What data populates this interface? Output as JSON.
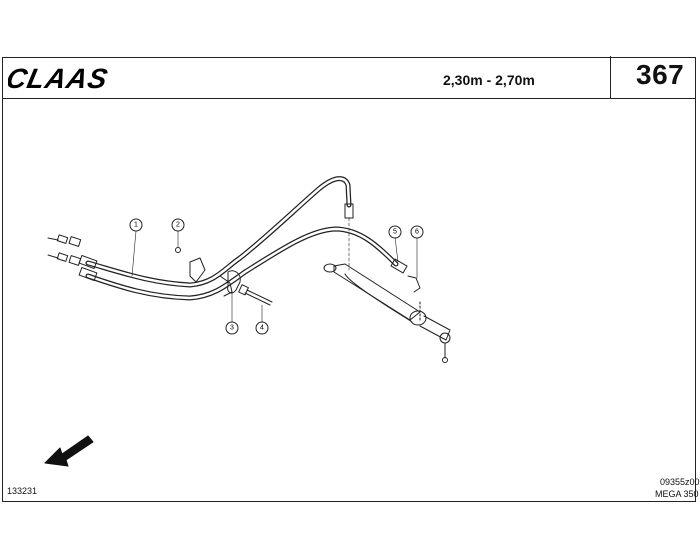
{
  "header": {
    "brand": "CLAAS",
    "range": "2,30m - 2,70m",
    "page_number": "367"
  },
  "footer": {
    "sheet_ref": "133231",
    "drawing_ref": "09355z00",
    "model": "MEGA 350"
  },
  "callouts": [
    "1",
    "2",
    "3",
    "4",
    "5",
    "6"
  ],
  "colors": {
    "line": "#222222",
    "paper": "#ffffff"
  }
}
